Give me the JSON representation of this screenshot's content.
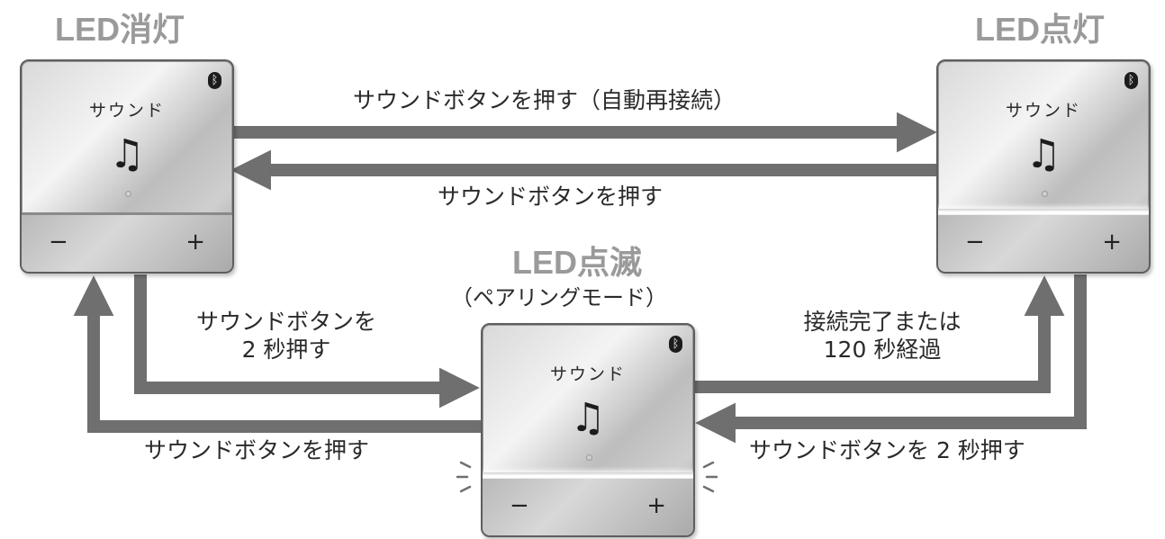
{
  "states": {
    "off": {
      "title": "LED消灯",
      "sound_label": "サウンド",
      "minus": "−",
      "plus": "+"
    },
    "on": {
      "title": "LED点灯",
      "sound_label": "サウンド",
      "minus": "−",
      "plus": "+"
    },
    "blink": {
      "title": "LED点滅",
      "subtitle": "（ペアリングモード）",
      "sound_label": "サウンド",
      "minus": "−",
      "plus": "+"
    }
  },
  "transitions": {
    "off_to_on": "サウンドボタンを押す（自動再接続）",
    "on_to_off": "サウンドボタンを押す",
    "off_to_blink_line1": "サウンドボタンを",
    "off_to_blink_line2": "2 秒押す",
    "blink_to_off": "サウンドボタンを押す",
    "blink_to_on_line1": "接続完了または",
    "blink_to_on_line2": "120 秒経過",
    "on_to_blink": "サウンドボタンを 2 秒押す"
  },
  "icons": {
    "note": "music-note-icon",
    "bluetooth": "bluetooth-icon"
  },
  "colors": {
    "arrow": "#6f6f6f",
    "title": "#9a9a9a",
    "text": "#2a2a2a"
  }
}
